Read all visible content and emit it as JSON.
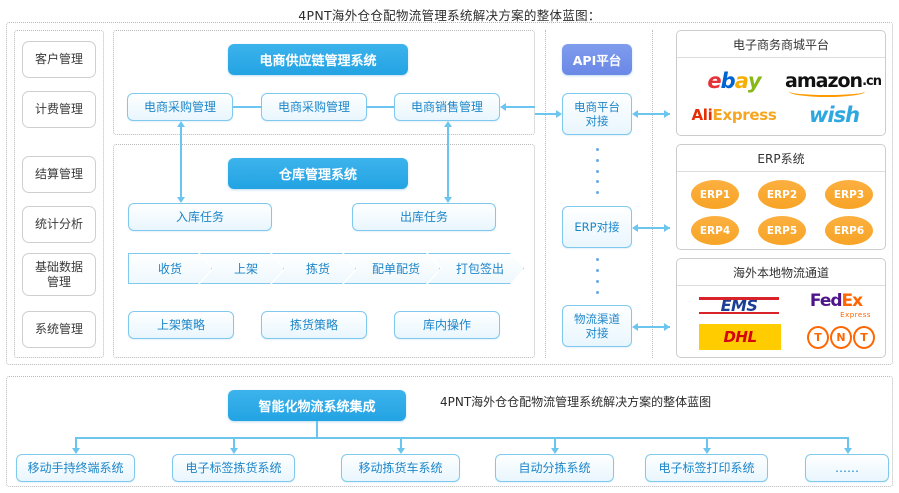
{
  "title": "4PNT海外仓仓配物流管理系统解决方案的整体蓝图：",
  "bottom_title": "4PNT海外仓仓配物流管理系统解决方案的整体蓝图",
  "colors": {
    "header_blue": "#23a3e3",
    "api_purple": "#6a88e6",
    "node_border": "#7fc9ee",
    "node_text": "#1d86c9",
    "connector": "#6cc5ef",
    "erp_orange": "#f7a426",
    "dotted_border": "#b9b9b9"
  },
  "left_rail": {
    "items": [
      {
        "label": "客户管理"
      },
      {
        "label": "计费管理"
      },
      {
        "label": "结算管理"
      },
      {
        "label": "统计分析"
      },
      {
        "label": "基础数据\n管理"
      },
      {
        "label": "系统管理"
      }
    ]
  },
  "supply_chain": {
    "header": "电商供应链管理系统",
    "nodes": [
      {
        "label": "电商采购管理"
      },
      {
        "label": "电商采购管理"
      },
      {
        "label": "电商销售管理"
      }
    ]
  },
  "warehouse": {
    "header": "仓库管理系统",
    "tasks": [
      {
        "label": "入库任务"
      },
      {
        "label": "出库任务"
      }
    ],
    "process": [
      {
        "label": "收货"
      },
      {
        "label": "上架"
      },
      {
        "label": "拣货"
      },
      {
        "label": "配单配货"
      },
      {
        "label": "打包签出"
      }
    ],
    "strategies": [
      {
        "label": "上架策略"
      },
      {
        "label": "拣货策略"
      },
      {
        "label": "库内操作"
      }
    ]
  },
  "api_column": {
    "header": "API平台",
    "nodes": [
      {
        "label": "电商平台\n对接"
      },
      {
        "label": "ERP对接"
      },
      {
        "label": "物流渠道\n对接"
      }
    ]
  },
  "right_panels": [
    {
      "title": "电子商务商城平台",
      "logos": [
        "ebay",
        "amazon.cn",
        "AliExpress",
        "wish"
      ]
    },
    {
      "title": "ERP系统",
      "items": [
        "ERP1",
        "ERP2",
        "ERP3",
        "ERP4",
        "ERP5",
        "ERP6"
      ]
    },
    {
      "title": "海外本地物流通道",
      "logos": [
        "EMS",
        "FedEx Express",
        "DHL",
        "TNT"
      ]
    }
  ],
  "bottom": {
    "header": "智能化物流系统集成",
    "nodes": [
      {
        "label": "移动手持终端系统"
      },
      {
        "label": "电子标签拣货系统"
      },
      {
        "label": "移动拣货车系统"
      },
      {
        "label": "自动分拣系统"
      },
      {
        "label": "电子标签打印系统"
      },
      {
        "label": "……"
      }
    ]
  },
  "logo_text": {
    "ebay": {
      "e": "e",
      "b": "b",
      "a": "a",
      "y": "y"
    },
    "amazon": {
      "name": "amazon",
      "tld": ".cn"
    },
    "aliexpress": {
      "ali": "Ali",
      "express": "Express"
    },
    "wish": "wish",
    "ems": "EMS",
    "fedex": {
      "fed": "Fed",
      "ex": "Ex",
      "sub": "Express"
    },
    "dhl": "DHL",
    "tnt": [
      "T",
      "N",
      "T"
    ]
  }
}
